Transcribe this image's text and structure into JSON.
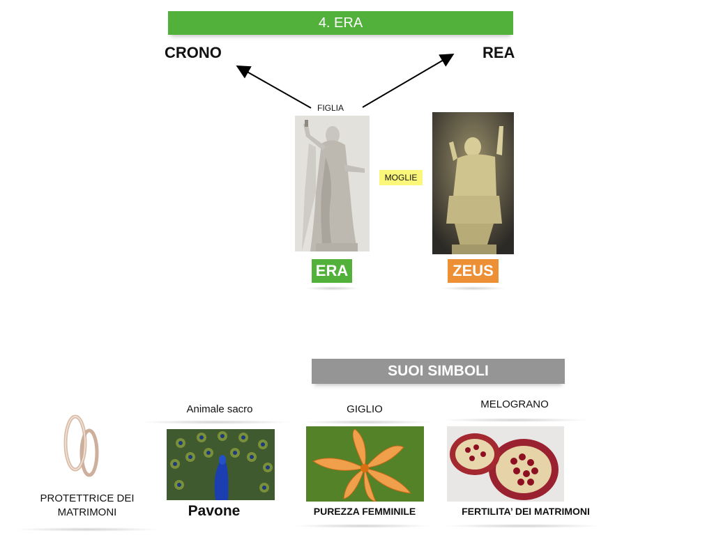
{
  "title": "4. ERA",
  "parents": {
    "left": "CRONO",
    "right": "REA"
  },
  "relation_child": "FIGLIA",
  "relation_spouse": "MOGLIE",
  "figures": {
    "era": "ERA",
    "zeus": "ZEUS"
  },
  "symbols_title": "SUOI SIMBOLI",
  "symbols": {
    "animal_label": "Animale sacro",
    "lily_label": "GIGLIO",
    "pomegranate_label": "MELOGRANO",
    "protector_caption": "PROTETTRICE DEI MATRIMONI",
    "peacock_caption": "Pavone",
    "lily_caption": "PUREZZA FEMMINILE",
    "pomegranate_caption": "FERTILITA’ DEI MATRIMONI"
  },
  "colors": {
    "green": "#52b13a",
    "orange": "#ec8f35",
    "gray": "#959595",
    "yellow": "#faf77a"
  },
  "icons": {
    "rings": "wedding-rings-icon"
  }
}
